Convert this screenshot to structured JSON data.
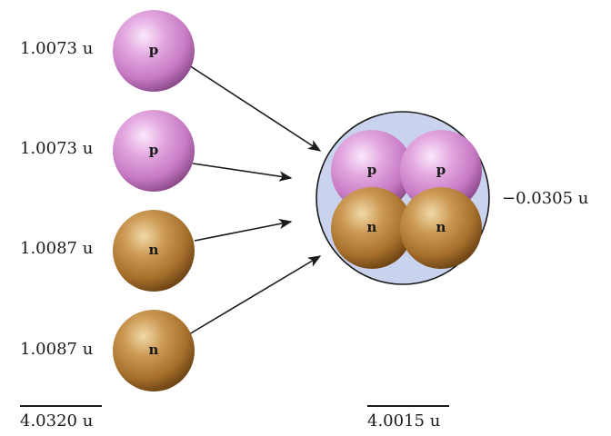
{
  "reactants": [
    {
      "symbol": "p",
      "mass": "1.0073 u"
    },
    {
      "symbol": "p",
      "mass": "1.0073 u"
    },
    {
      "symbol": "n",
      "mass": "1.0087 u"
    },
    {
      "symbol": "n",
      "mass": "1.0087 u"
    }
  ],
  "reactant_total": "4.0320 u",
  "nucleus": {
    "particles": [
      "p",
      "p",
      "n",
      "n"
    ],
    "total": "4.0015 u",
    "mass_defect": "−0.0305 u"
  },
  "colors": {
    "proton": "#cf7fcc",
    "neutron": "#b07a34",
    "nucleus_fill": "#c9d3ee",
    "nucleus_outline": "#1a1a1a",
    "arrow": "#1a1a1a"
  }
}
